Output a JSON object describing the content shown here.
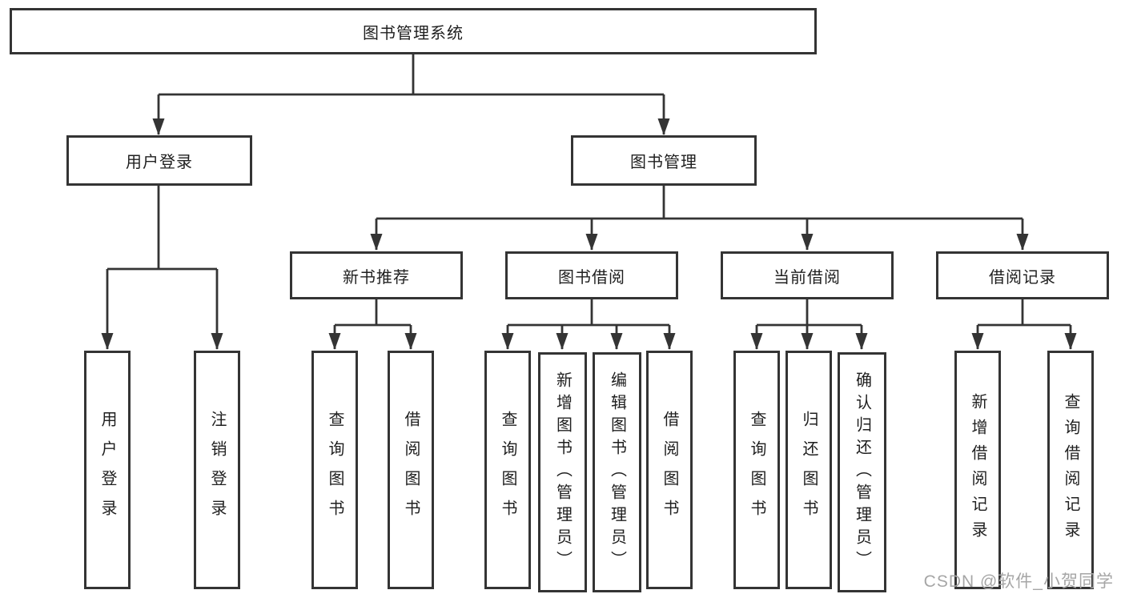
{
  "nodes": {
    "root": "图书管理系统",
    "user_login": "用户登录",
    "book_management": "图书管理",
    "user_login_children": [
      "用户登录",
      "注销登录"
    ],
    "book_management_children": [
      "新书推荐",
      "图书借阅",
      "当前借阅",
      "借阅记录"
    ],
    "recommend_children": [
      "查询图书",
      "借阅图书"
    ],
    "borrow_children": [
      "查询图书",
      "新增图书（管理员）",
      "编辑图书（管理员）",
      "借阅图书"
    ],
    "current_children": [
      "查询图书",
      "归还图书",
      "确认归还（管理员）"
    ],
    "records_children": [
      "新增借阅记录",
      "查询借阅记录"
    ]
  },
  "watermark": "CSDN @软件_小贺同学",
  "colors": {
    "line": "#343434",
    "text": "#1f1f1f",
    "watermark": "#a6a6a6",
    "background": "#ffffff"
  }
}
